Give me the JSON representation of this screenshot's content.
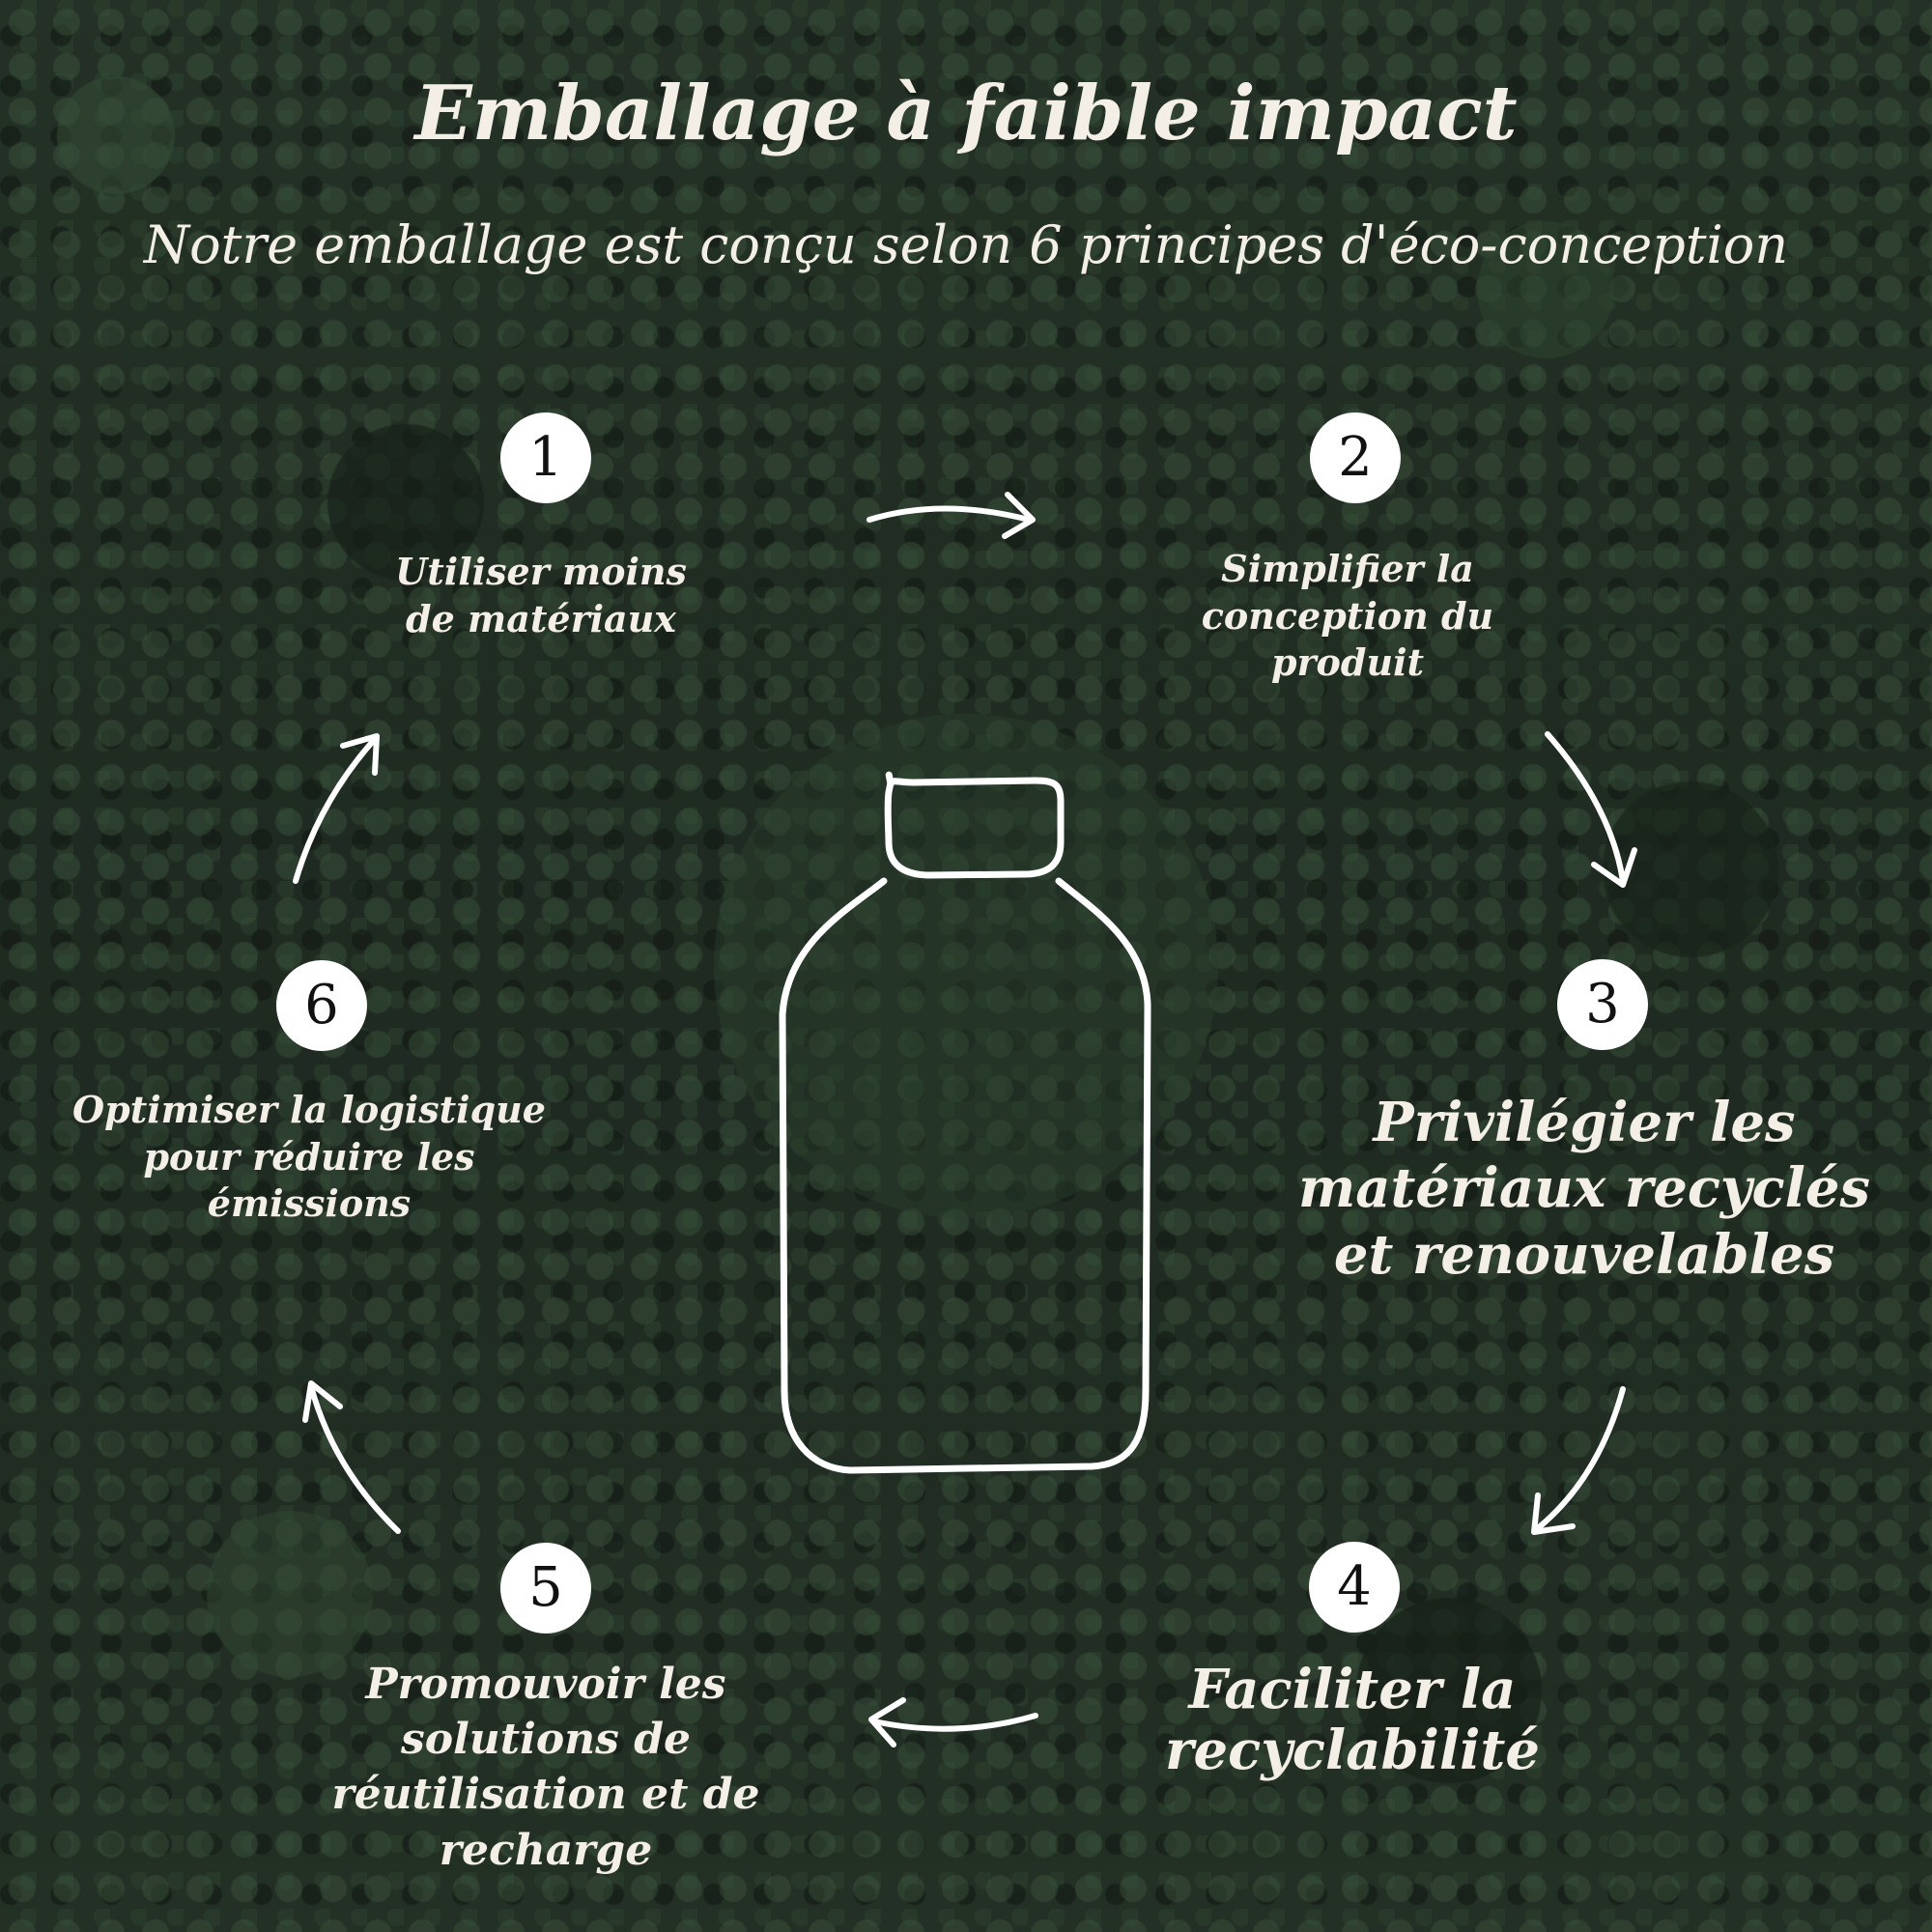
{
  "title": "Emballage à faible impact",
  "subtitle": "Notre emballage est conçu selon 6 principes d'éco-conception",
  "center_icon": "bottle-outline-icon",
  "arrow_icon": "curved-arrow-icon",
  "colors": {
    "text": "#f3efe6",
    "badge_fill": "#ffffff",
    "badge_text": "#111111",
    "background": "#2b3a2d"
  },
  "principles": [
    {
      "number": "1",
      "label": "Utiliser moins de matériaux"
    },
    {
      "number": "2",
      "label": "Simplifier la conception du produit"
    },
    {
      "number": "3",
      "label": "Privilégier les matériaux recyclés et renouvelables"
    },
    {
      "number": "4",
      "label": "Faciliter la recyclabilité"
    },
    {
      "number": "5",
      "label": "Promouvoir les solutions de réutilisation et de recharge"
    },
    {
      "number": "6",
      "label": "Optimiser la logistique pour réduire les émissions"
    }
  ]
}
